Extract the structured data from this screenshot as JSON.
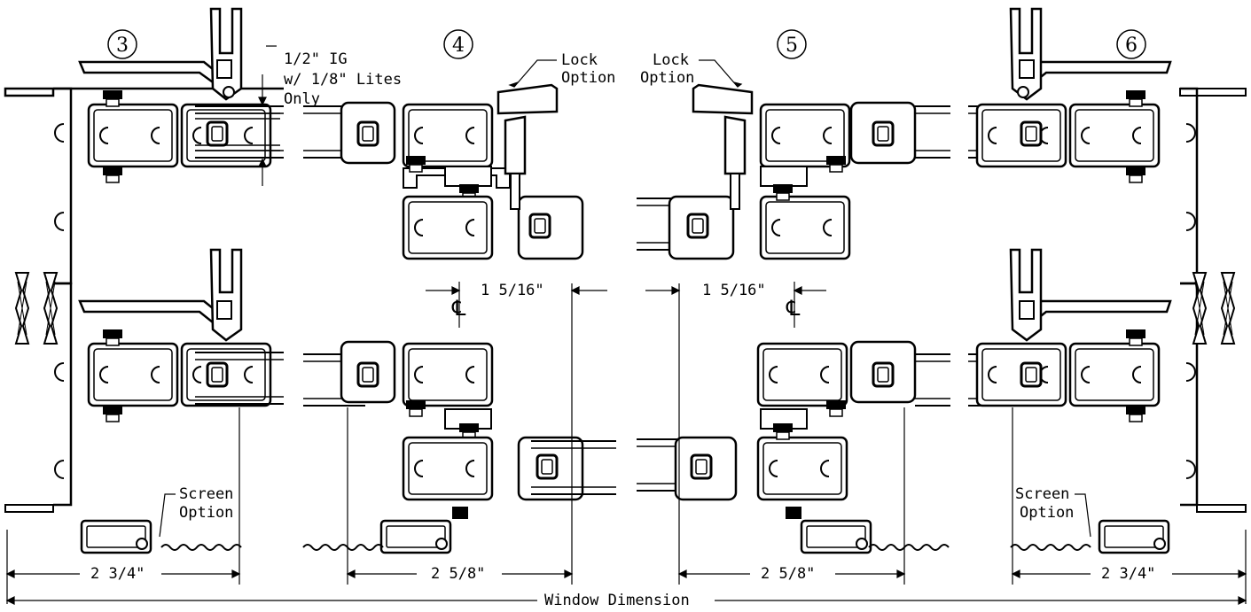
{
  "sections": [
    {
      "number": "3"
    },
    {
      "number": "4"
    },
    {
      "number": "5"
    },
    {
      "number": "6"
    }
  ],
  "callouts": {
    "ig_note": [
      "1/2\" IG",
      "w/ 1/8\" Lites",
      "Only"
    ],
    "lock_left": [
      "Lock",
      "Option"
    ],
    "lock_right": [
      "Lock",
      "Option"
    ],
    "screen_left": [
      "Screen",
      "Option"
    ],
    "screen_right": [
      "Screen",
      "Option"
    ]
  },
  "dimensions": {
    "left_offset": "1 5/16\"",
    "right_offset": "1 5/16\"",
    "frame_left": "2 3/4\"",
    "sash_left": "2 5/8\"",
    "sash_right": "2 5/8\"",
    "frame_right": "2 3/4\"",
    "overall": "Window Dimension"
  },
  "symbols": {
    "centerline": "℄"
  }
}
